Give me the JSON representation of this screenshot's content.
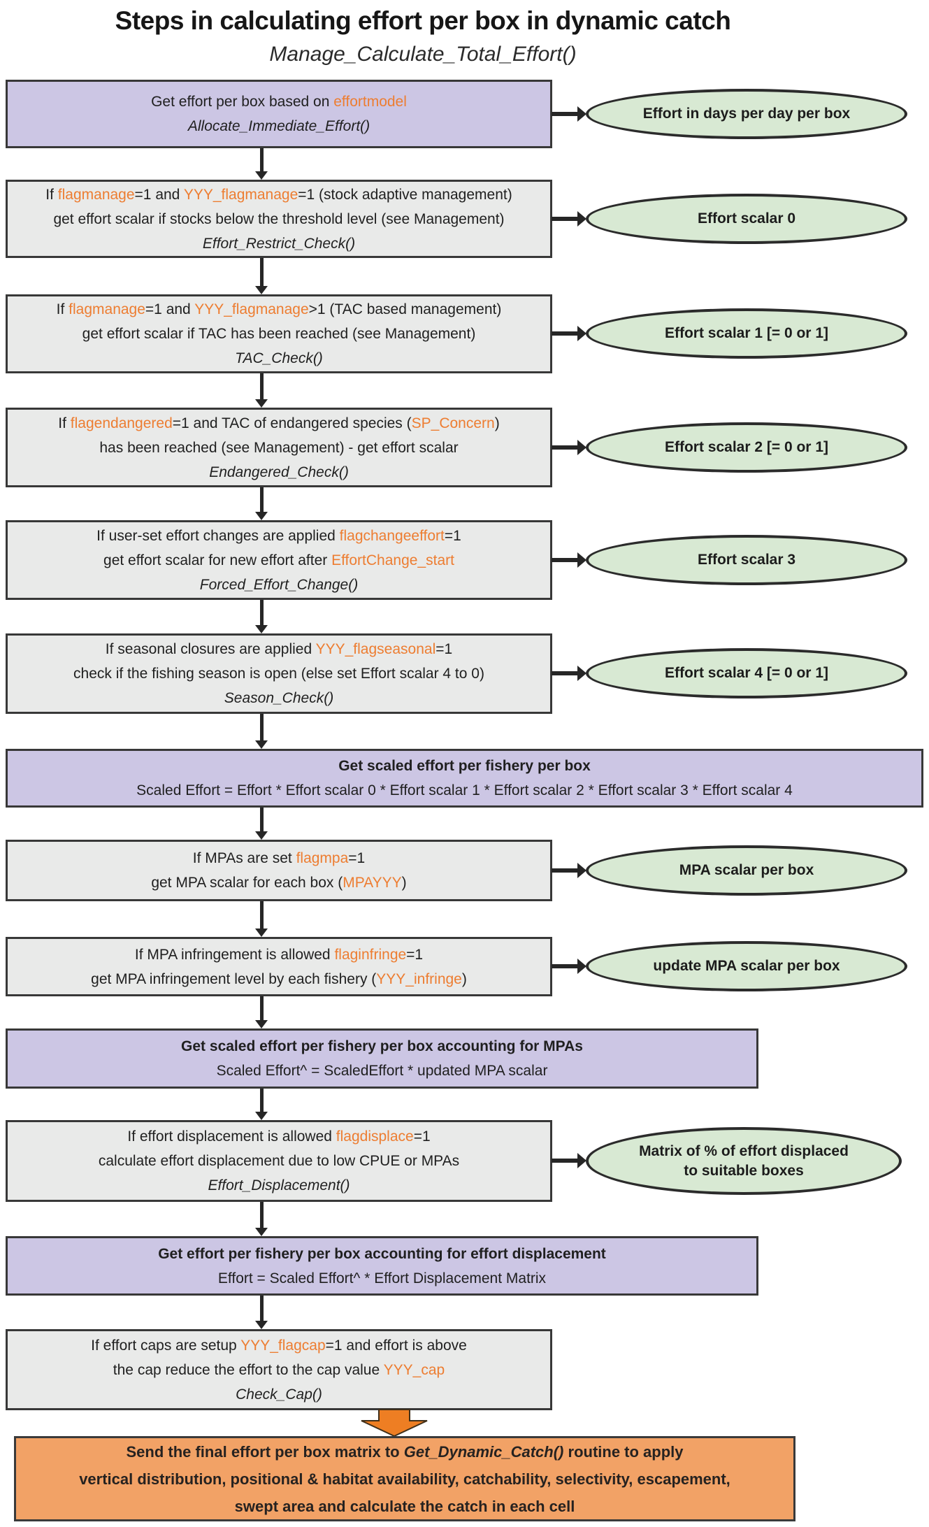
{
  "page": {
    "title": "Steps in calculating effort per box in dynamic catch",
    "subtitle": "Manage_Calculate_Total_Effort()"
  },
  "colors": {
    "accent_orange": "#ED7D31",
    "process_gray": "#E9EAE9",
    "process_purple": "#CCC6E4",
    "result_green": "#D8E9D3",
    "final_orange": "#F2A266",
    "arrow_dark": "#262626"
  },
  "boxes": {
    "effort": {
      "l1a": "Get effort per box based on ",
      "l1b": "effortmodel",
      "func": "Allocate_Immediate_Effort()"
    },
    "manage": {
      "l1a": "If ",
      "l1b": "flagmanage",
      "l1c": "=1 and ",
      "l1d": "YYY_flagmanage",
      "l1e": "=1 (stock adaptive management)",
      "l2": "get effort scalar if stocks below the threshold level (see Management)",
      "func": "Effort_Restrict_Check()"
    },
    "tac": {
      "l1a": "If ",
      "l1b": "flagmanage",
      "l1c": "=1 and ",
      "l1d": "YYY_flagmanage",
      "l1e": ">1 (TAC based management)",
      "l2": "get effort scalar if TAC has been reached (see Management)",
      "func": "TAC_Check()"
    },
    "endangered": {
      "l1a": "If ",
      "l1b": "flagendangered",
      "l1c": "=1 and TAC of endangered species (",
      "l1d": "SP_Concern",
      "l1e": ")",
      "l2": "has been reached (see Management) - get effort scalar",
      "func": "Endangered_Check()"
    },
    "change": {
      "l1a": "If user-set effort changes are applied ",
      "l1b": "flagchangeeffort",
      "l1c": "=1",
      "l2a": "get effort scalar for new effort after ",
      "l2b": "EffortChange_start",
      "func": "Forced_Effort_Change()"
    },
    "seasonal": {
      "l1a": "If seasonal closures are applied ",
      "l1b": "YYY_flagseasonal",
      "l1c": "=1",
      "l2": "check if the fishing season is open (else set Effort scalar 4 to 0)",
      "func": "Season_Check()"
    },
    "scaled": {
      "h": "Get scaled effort per fishery per box",
      "f": "Scaled Effort = Effort * Effort scalar 0 * Effort scalar 1 * Effort scalar 2 * Effort scalar 3 * Effort scalar 4"
    },
    "mpa": {
      "l1a": "If MPAs are set ",
      "l1b": "flagmpa",
      "l1c": "=1",
      "l2a": "get MPA scalar for each box (",
      "l2b": "MPAYYY",
      "l2c": ")"
    },
    "infringe": {
      "l1a": "If MPA infringement is allowed ",
      "l1b": "flaginfringe",
      "l1c": "=1",
      "l2a": "get MPA infringement level by each fishery (",
      "l2b": "YYY_infringe",
      "l2c": ")"
    },
    "scaled_mpa": {
      "h": "Get scaled effort per fishery per box accounting for MPAs",
      "f": "Scaled Effort^ = ScaledEffort * updated MPA scalar"
    },
    "displace": {
      "l1a": "If effort displacement is allowed ",
      "l1b": "flagdisplace",
      "l1c": "=1",
      "l2": "calculate effort displacement due to low CPUE or MPAs",
      "func": "Effort_Displacement()"
    },
    "displaced_effort": {
      "h": "Get effort per fishery per box accounting for effort displacement",
      "f": "Effort = Scaled Effort^ * Effort Displacement Matrix"
    },
    "cap": {
      "l1a": "If effort caps are setup ",
      "l1b": "YYY_flagcap",
      "l1c": "=1 and effort is above",
      "l2a": "the cap reduce the effort to the cap value ",
      "l2b": "YYY_cap",
      "func": "Check_Cap()"
    },
    "final": {
      "l1a": "Send the final effort per box matrix to ",
      "l1b": "Get_Dynamic_Catch()",
      "l1c": " routine to apply",
      "l2": "vertical distribution, positional & habitat availability, catchability, selectivity, escapement,",
      "l3": "swept area and calculate the catch in each cell"
    }
  },
  "ellipses": {
    "e1": "Effort in days per day per box",
    "e2": "Effort scalar 0",
    "e3": "Effort scalar 1 [= 0 or 1]",
    "e4": "Effort scalar 2 [= 0 or 1]",
    "e5": "Effort scalar 3",
    "e6": "Effort scalar 4 [= 0 or 1]",
    "e7": "MPA scalar per box",
    "e8": "update MPA scalar per box",
    "e9a": "Matrix of % of effort displaced",
    "e9b": "to suitable boxes"
  }
}
